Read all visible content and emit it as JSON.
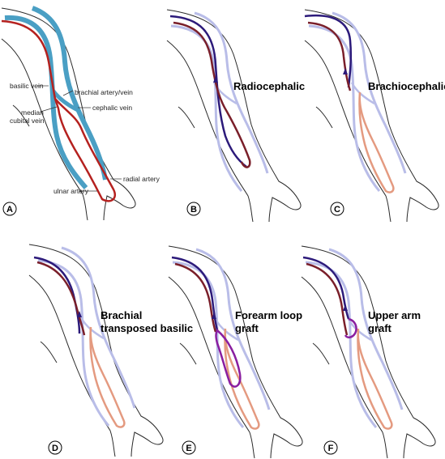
{
  "colors": {
    "artery": "#b5211f",
    "vein": "#4a9fc4",
    "access": "#2c1a7a",
    "access_artery": "#7a1f2a",
    "graft": "#8a1fa0",
    "faded_vein": "#b9bde8",
    "faded_artery": "#e49a80"
  },
  "panels": {
    "a": {
      "letter": "A",
      "labels": {
        "basilic_vein": "basilic vein",
        "brachial": "brachial artery/vein",
        "cephalic": "cephalic vein",
        "median_cubital_line1": "median",
        "median_cubital_line2": "cubital vein",
        "radial_artery": "radial artery",
        "ulnar_artery": "ulnar artery"
      }
    },
    "b": {
      "letter": "B",
      "title": "Radiocephalic"
    },
    "c": {
      "letter": "C",
      "title": "Brachiocephalic"
    },
    "d": {
      "letter": "D",
      "title_line1": "Brachial",
      "title_line2": "transposed basilic"
    },
    "e": {
      "letter": "E",
      "title_line1": "Forearm loop",
      "title_line2": "graft"
    },
    "f": {
      "letter": "F",
      "title_line1": "Upper arm",
      "title_line2": "graft"
    }
  }
}
